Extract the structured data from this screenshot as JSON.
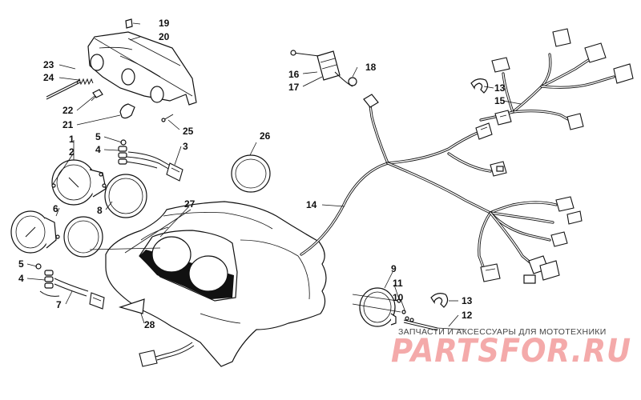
{
  "callouts": {
    "c1": "1",
    "c2": "2",
    "c3": "3",
    "c4a": "4",
    "c4b": "4",
    "c5a": "5",
    "c5b": "5",
    "c6": "6",
    "c7": "7",
    "c8": "8",
    "c9": "9",
    "c10": "10",
    "c11": "11",
    "c12": "12",
    "c13a": "13",
    "c13b": "13",
    "c14": "14",
    "c15": "15",
    "c16": "16",
    "c17": "17",
    "c18": "18",
    "c19": "19",
    "c20": "20",
    "c21": "21",
    "c22": "22",
    "c23": "23",
    "c24": "24",
    "c25": "25",
    "c26": "26",
    "c27": "27",
    "c28": "28"
  },
  "watermark": {
    "tagline": "ЗАПЧАСТИ И АКСЕССУАРЫ ДЛЯ МОТОТЕХНИКИ",
    "logo": "PARTSFOR.RU"
  }
}
